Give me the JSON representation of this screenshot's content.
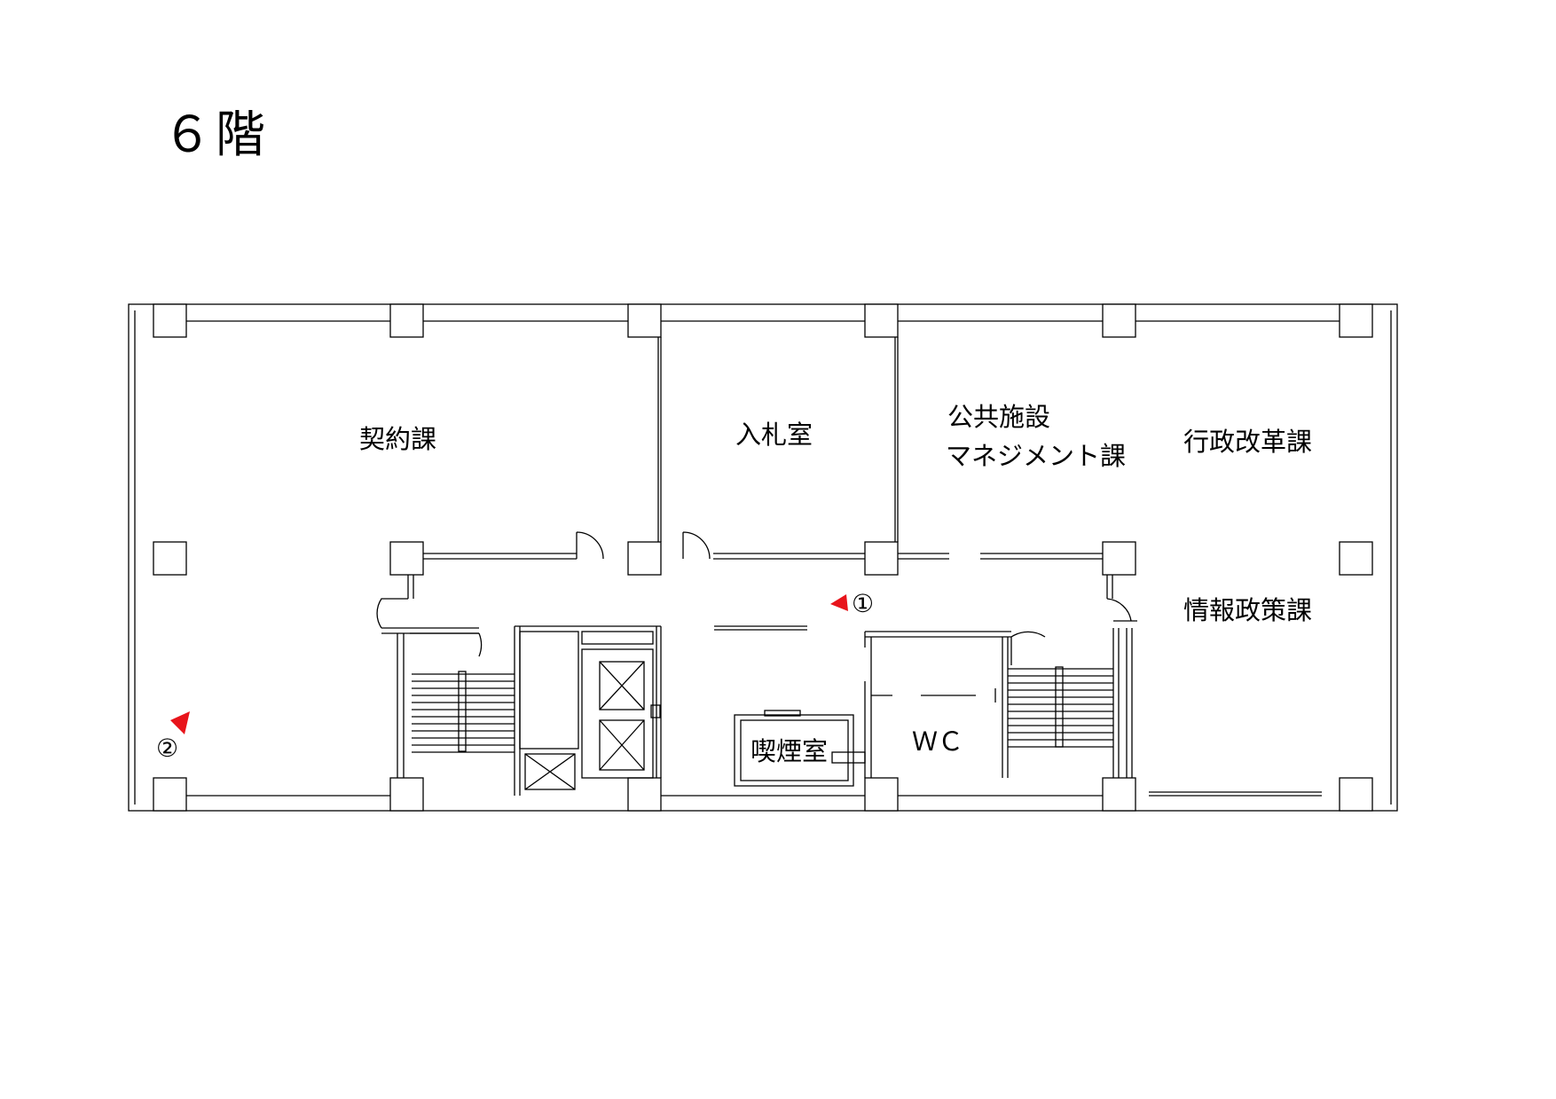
{
  "floor": {
    "title": "６階"
  },
  "rooms": {
    "keiyaku": "契約課",
    "nyusatsu": "入札室",
    "kokyo_line1": "公共施設",
    "kokyo_line2": "マネジメント課",
    "gyosei": "行政改革課",
    "joho": "情報政策課",
    "kitsuen": "喫煙室",
    "wc": "ＷＣ"
  },
  "markers": {
    "m1": "①",
    "m2": "②"
  },
  "colors": {
    "line": "#000000",
    "marker": "#e8141b"
  }
}
